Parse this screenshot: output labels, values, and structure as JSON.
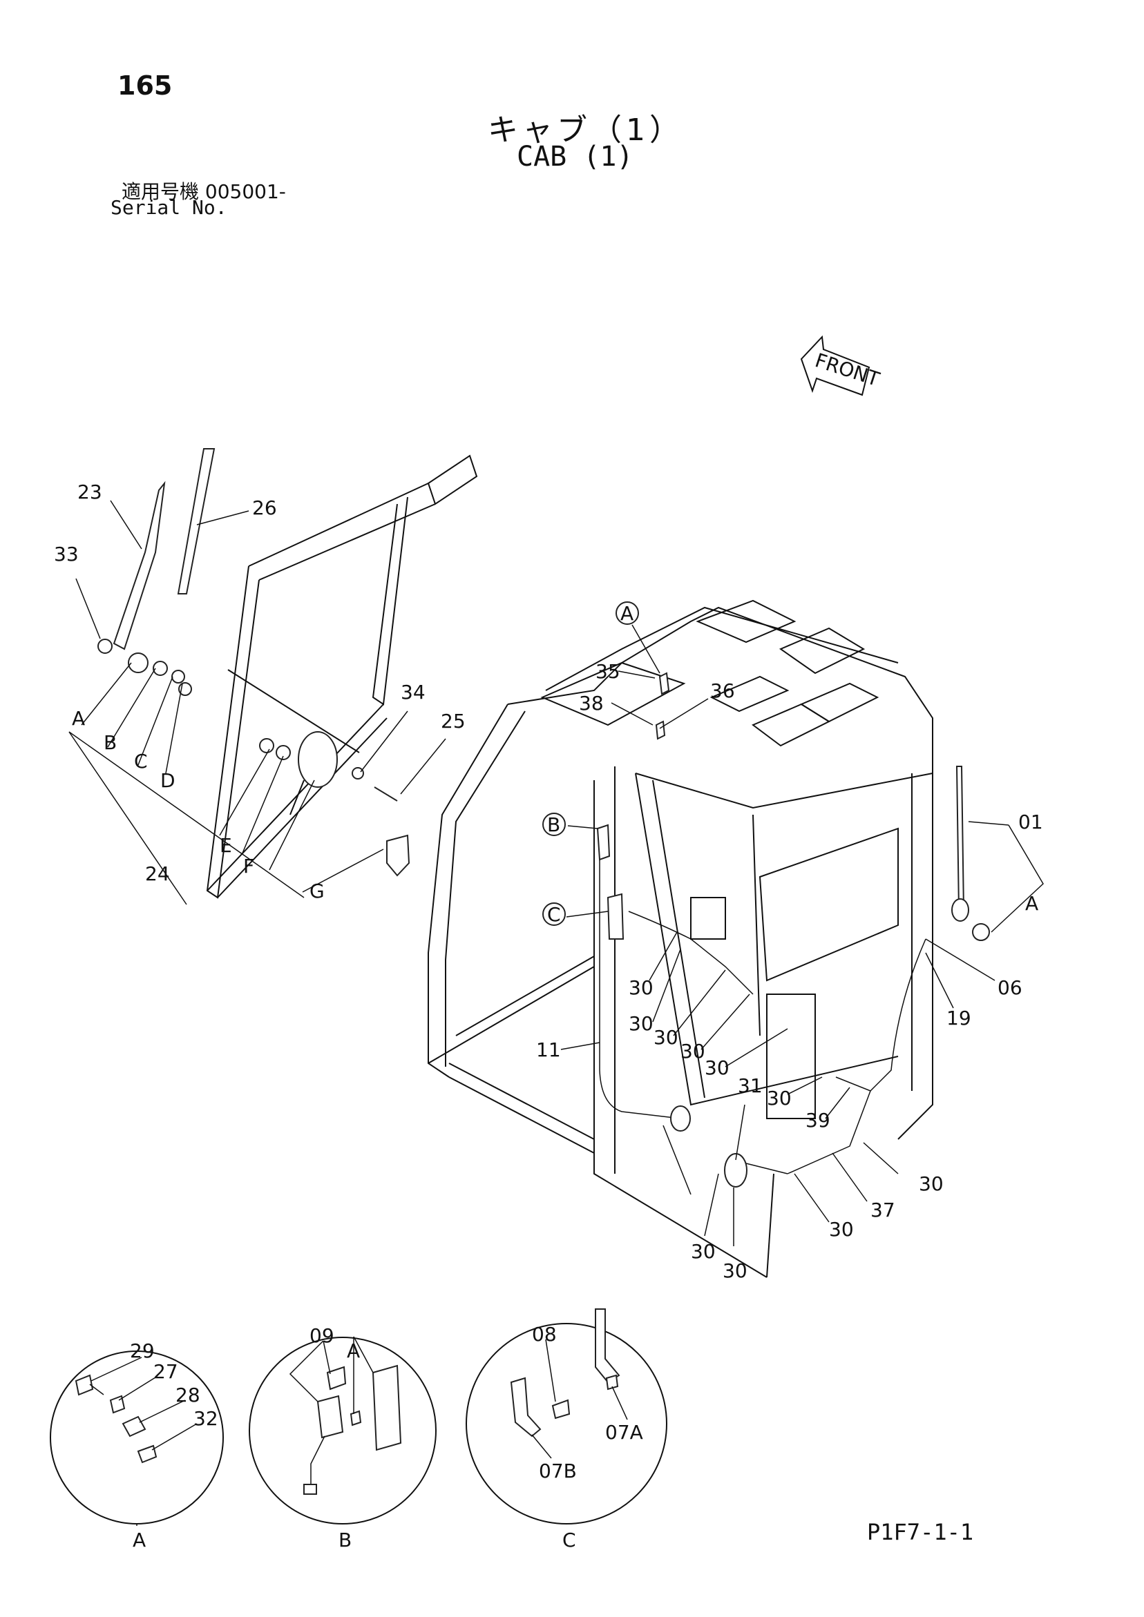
{
  "header": {
    "page_number": "165",
    "title_jp": "キャブ（1）",
    "title_en": "CAB (1)",
    "serial_label_jp": "適用号機 005001-",
    "serial_label_en": "Serial No."
  },
  "front_arrow_label": "FRONT",
  "callouts": {
    "c23": "23",
    "c26": "26",
    "c33": "33",
    "cA": "A",
    "cB": "B",
    "cC": "C",
    "cD": "D",
    "c34": "34",
    "c25": "25",
    "cE": "E",
    "cF": "F",
    "c24": "24",
    "cG": "G",
    "circA": "A",
    "c35": "35",
    "c38": "38",
    "c36": "36",
    "circB": "B",
    "circC": "C",
    "c01": "01",
    "cA2": "A",
    "c06": "06",
    "c19": "19",
    "c30a": "30",
    "c30b": "30",
    "c30c": "30",
    "c30d": "30",
    "c30e": "30",
    "c30f": "30",
    "c11": "11",
    "c31": "31",
    "c39": "39",
    "c30g": "30",
    "c37": "37",
    "c30h": "30",
    "c30i": "30",
    "c30j": "30"
  },
  "details": {
    "A": {
      "label": "A",
      "parts": [
        "29",
        "27",
        "28",
        "32"
      ]
    },
    "B": {
      "label": "B",
      "parts": [
        "09",
        "A"
      ]
    },
    "C": {
      "label": "C",
      "parts": [
        "08",
        "07B",
        "07A"
      ]
    }
  },
  "footer": {
    "page_code": "P1F7-1-1"
  }
}
